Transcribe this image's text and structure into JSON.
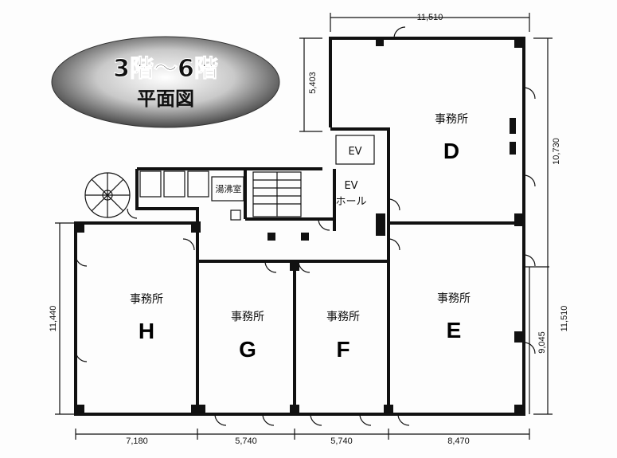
{
  "title": {
    "line1": "3階〜6階",
    "line2": "平面図"
  },
  "dimensions": {
    "top": "11,510",
    "left_upper": "5,403",
    "right_upper": "10,730",
    "left_lower": "11,440",
    "right_lower_inner": "9,045",
    "right_lower_outer": "11,510",
    "bottom": [
      "7,180",
      "5,740",
      "5,740",
      "8,470"
    ]
  },
  "rooms": [
    {
      "label": "事務所",
      "letter": "D"
    },
    {
      "label": "事務所",
      "letter": "H"
    },
    {
      "label": "事務所",
      "letter": "G"
    },
    {
      "label": "事務所",
      "letter": "F"
    },
    {
      "label": "事務所",
      "letter": "E"
    }
  ],
  "facilities": {
    "ev": "EV",
    "ev_hall_line1": "EV",
    "ev_hall_line2": "ホール",
    "kitchenette": "湯沸室"
  }
}
